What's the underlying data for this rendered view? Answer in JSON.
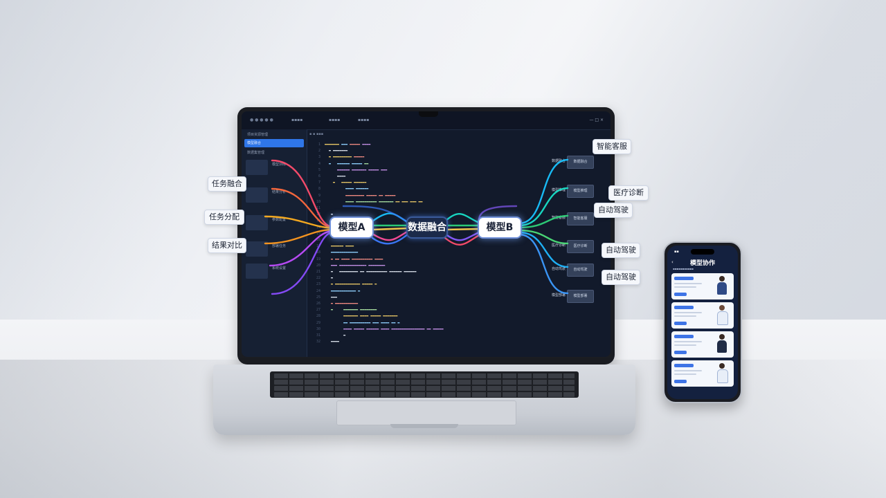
{
  "laptop": {
    "sidebar_items": [
      "项目资源管理",
      "模型融合",
      "数据集管理",
      "模型训练",
      "结果分析",
      "参数配置",
      "部署任务",
      "系统设置"
    ],
    "right_boxes": [
      "数据融合",
      "模型推理",
      "智能客服",
      "医疗诊断",
      "自动驾驶",
      "模型部署"
    ],
    "left_labels": [
      "数据融合",
      "任务分配",
      "模型训练",
      "结果分析",
      "模型部署"
    ]
  },
  "mindmap": {
    "left_chips": [
      "任务融合",
      "任务分配",
      "结果对比"
    ],
    "node_a": "模型A",
    "center": "数据融合",
    "node_b": "模型B",
    "right_chips": [
      "智能客服",
      "医疗诊断",
      "自动驾驶",
      "自动驾驶",
      "自动驾驶"
    ],
    "colors": [
      "#ff4d6d",
      "#ff7a3d",
      "#ffb020",
      "#b04dff",
      "#8a5cff",
      "#3d7bff",
      "#19c3ff",
      "#19e0c8",
      "#2ed37a",
      "#20b8ff"
    ]
  },
  "phone": {
    "title": "模型协作",
    "cards": 4
  }
}
